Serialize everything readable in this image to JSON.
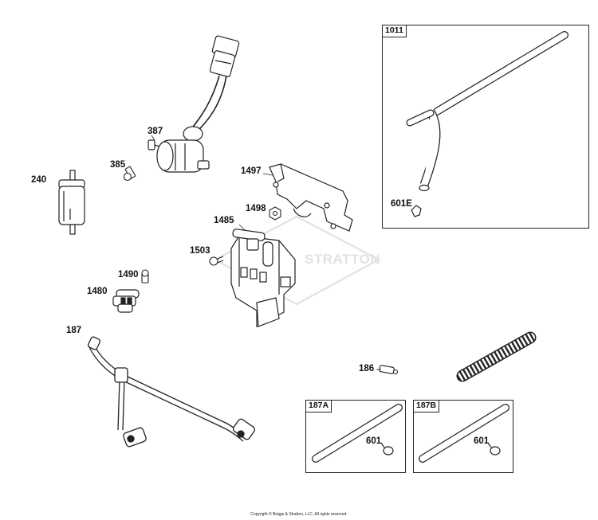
{
  "watermark": "STRATTON",
  "callouts": {
    "p387": "387",
    "p385": "385",
    "p240": "240",
    "p1497": "1497",
    "p1498": "1498",
    "p1485": "1485",
    "p1503": "1503",
    "p1490": "1490",
    "p1480": "1480",
    "p187": "187",
    "p186": "186",
    "p601e": "601E",
    "p601a": "601",
    "p601b": "601"
  },
  "insets": {
    "box1011": "1011",
    "box187a": "187A",
    "box187b": "187B"
  },
  "footer": {
    "copyright": "Copyright © Briggs & Stratton, LLC. All rights reserved."
  }
}
